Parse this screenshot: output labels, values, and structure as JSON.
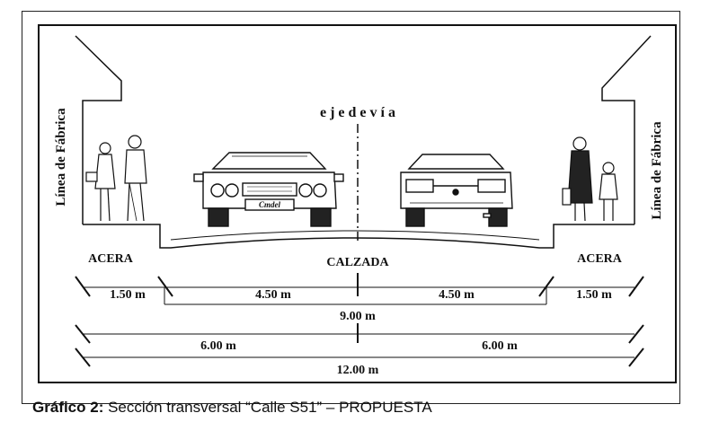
{
  "labels": {
    "axis": "e j e   d e   v í a",
    "fabrica_left": "Línea de Fábrica",
    "fabrica_right": "Línea de Fábrica",
    "acera_left": "ACERA",
    "calzada": "CALZADA",
    "acera_right": "ACERA"
  },
  "dimensions": {
    "acera_left": "1.50 m",
    "lane_left": "4.50 m",
    "lane_right": "4.50 m",
    "acera_right": "1.50 m",
    "calzada_total": "9.00 m",
    "half_left": "6.00 m",
    "half_right": "6.00 m",
    "total": "12.00 m"
  },
  "caption": {
    "prefix": "Gráfico 2:",
    "text": " Sección transversal “Calle S51” – PROPUESTA"
  },
  "car_plate": "Cmdel"
}
